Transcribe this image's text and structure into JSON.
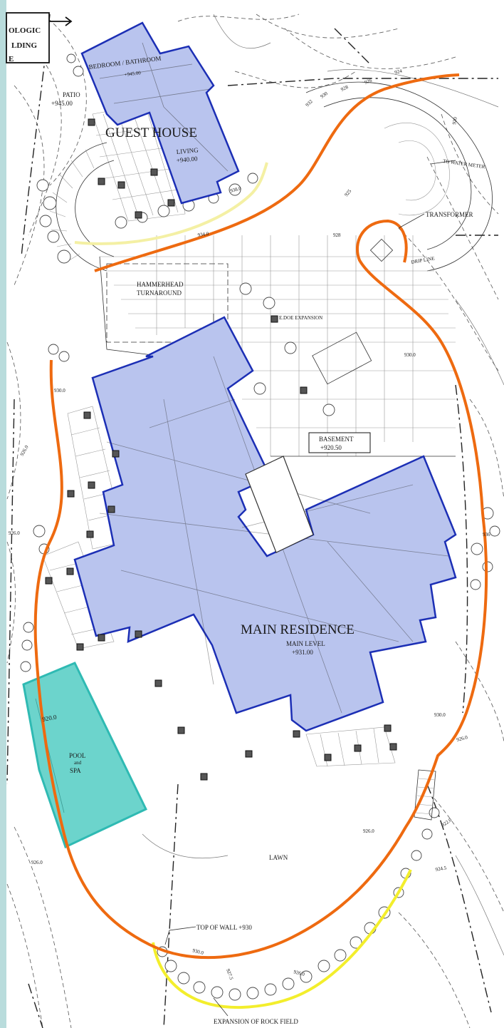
{
  "colors": {
    "left_strip": "#b9dcdc",
    "building_fill": "#b9c4ee",
    "building_stroke": "#1c2fb5",
    "pool_fill": "#5ccfc7",
    "pool_stroke": "#2fbab3",
    "orange_line": "#ee6a10",
    "yellow_line": "#f3ee2c",
    "pale_yellow_line": "#f4f0a4"
  },
  "labels": {
    "corner_line1": "OLOGIC",
    "corner_line2": "LDING",
    "corner_line3": "E",
    "bedroom": "BEDROOM / BATHROOM",
    "bedroom_elev": "+945.00",
    "patio": "PATIO",
    "patio_elev": "+945.00",
    "guest_house": "GUEST HOUSE",
    "living": "LIVING",
    "living_elev": "+940.00",
    "hammerhead1": "HAMMERHEAD",
    "hammerhead2": "TURNAROUND",
    "transformer": "TRANSFORMER",
    "water_meter": "TO WATER METER",
    "drip_line": "DRIP LINE",
    "expansion": "E.DOE EXPANSION",
    "basement": "BASEMENT",
    "basement_elev": "+920.50",
    "main_residence": "MAIN RESIDENCE",
    "main_level": "MAIN LEVEL",
    "main_level_elev": "+931.00",
    "pool": "POOL",
    "and": "and",
    "spa": "SPA",
    "pool_elev": "920.0",
    "lawn": "LAWN",
    "top_of_wall": "TOP OF WALL +930",
    "expansion_rock": "EXPANSION OF ROCK FIELD"
  },
  "elevations": {
    "e924": "924",
    "e926a": "926",
    "e928": "928",
    "e930a": "930",
    "e932": "932",
    "e920": "920",
    "e930_0a": "930.0",
    "e926_0a": "926.0",
    "e926_0b": "926.0",
    "e936": "936",
    "e930_0b": "930.0",
    "e926_0c": "926.0",
    "e930_0c": "930.0",
    "e926_0d": "926.0",
    "e926_0e": "926.0",
    "e926_0f": "926.0",
    "e922": "922.0",
    "e924_5": "924.5",
    "e930_0d": "930.0",
    "e927": "927.5",
    "e934": "934.0",
    "e938": "938.0",
    "e925": "925",
    "e928b": "928"
  }
}
